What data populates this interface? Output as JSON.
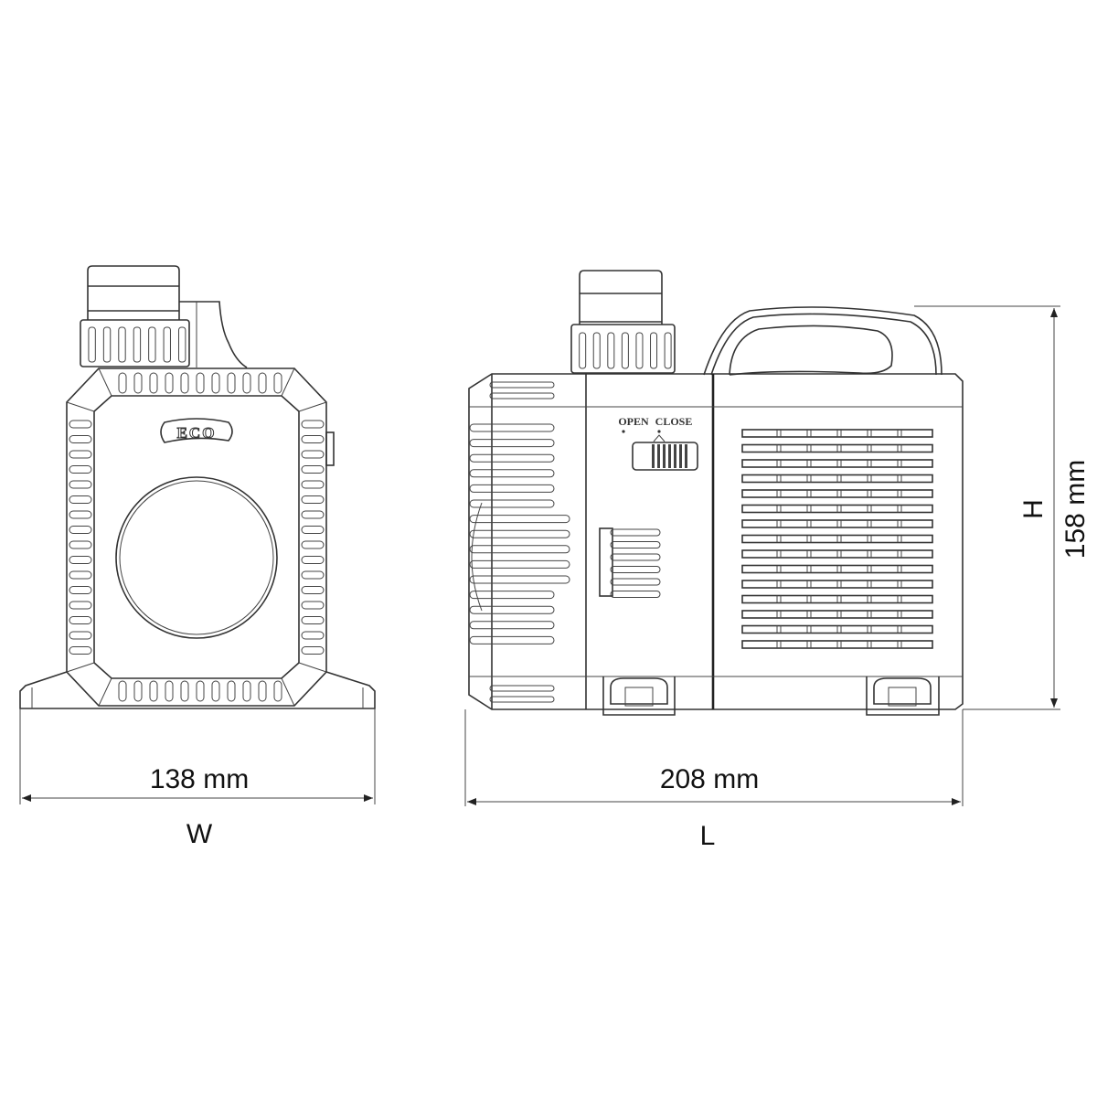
{
  "front_view": {
    "badge": "ECO",
    "width_value": "138 mm",
    "width_label": "W"
  },
  "side_view": {
    "valve_open_label": "OPEN",
    "valve_close_label": "CLOSE",
    "length_value": "208 mm",
    "length_label": "L",
    "height_value": "158 mm",
    "height_label": "H"
  },
  "colors": {
    "line": "#333333",
    "background": "#ffffff"
  }
}
